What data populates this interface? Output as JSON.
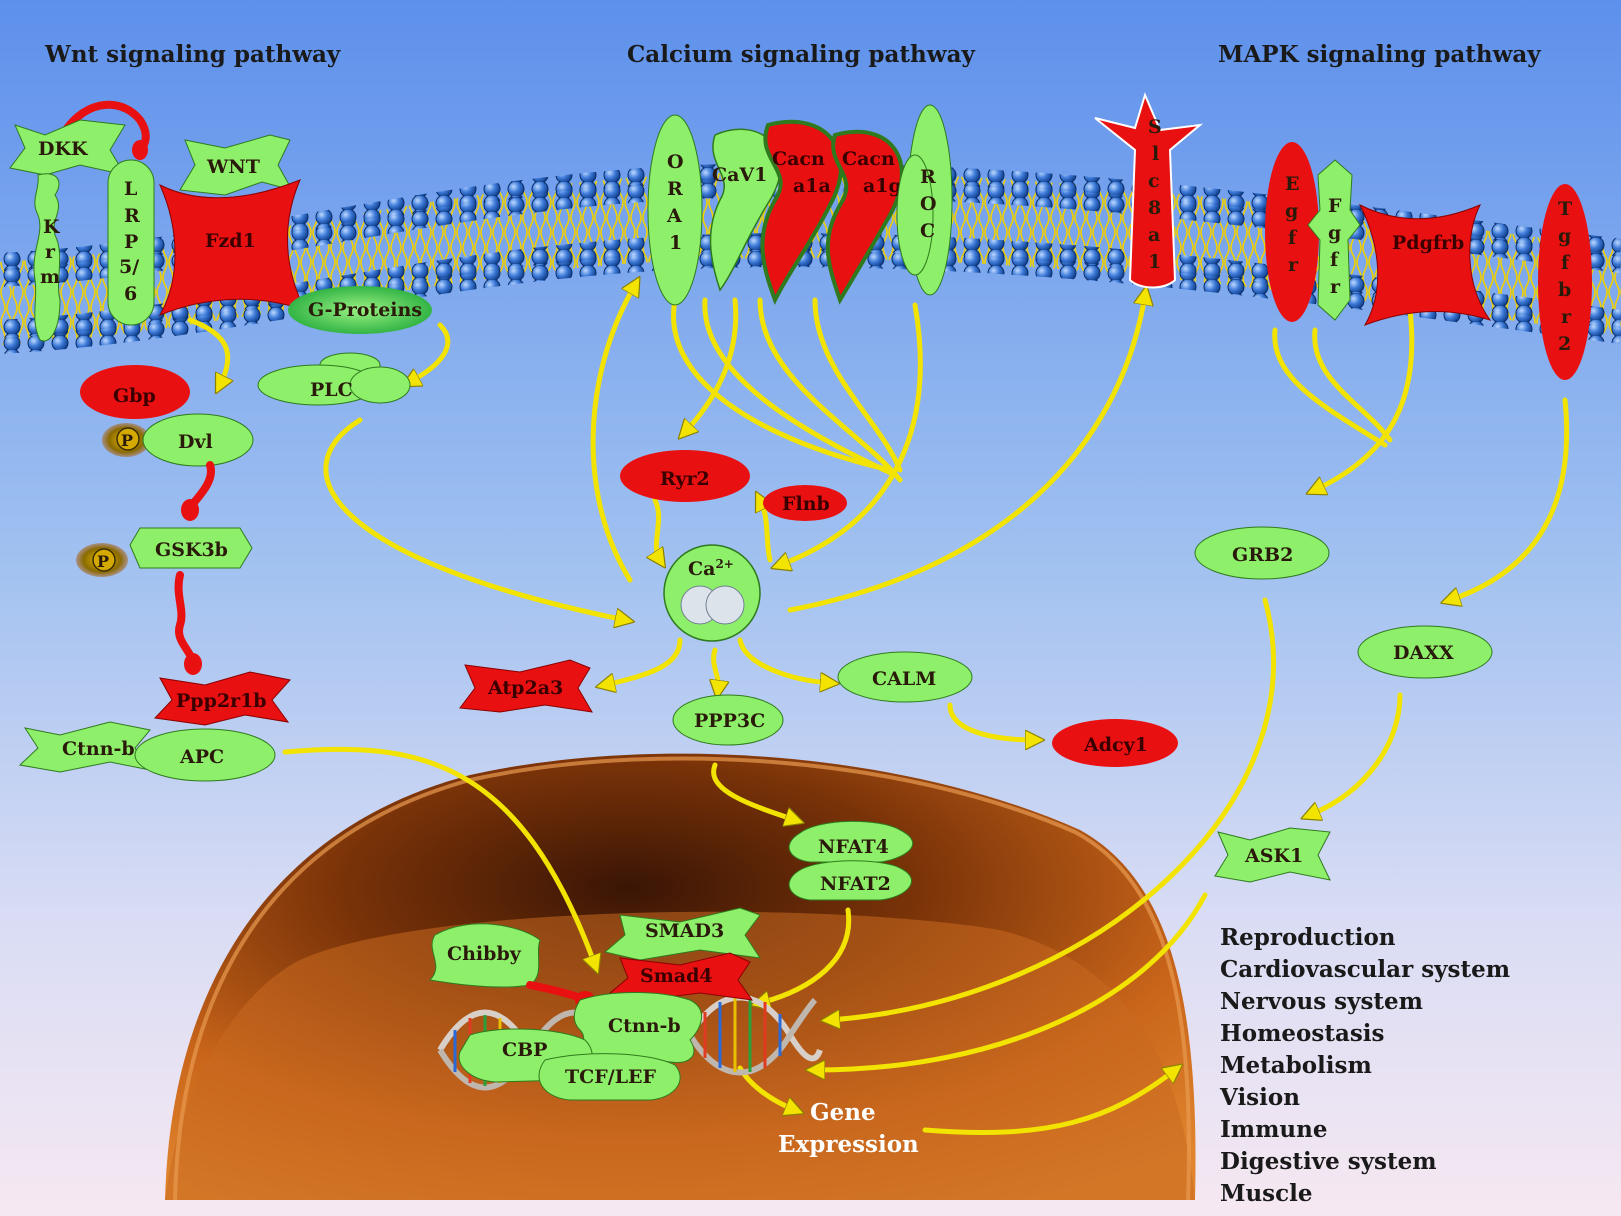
{
  "headers": {
    "wnt": "Wnt signaling pathway",
    "calcium": "Calcium signaling pathway",
    "mapk": "MAPK signaling pathway"
  },
  "colors": {
    "up_regulated": "#e81010",
    "down_regulated": "#8ef06a",
    "arrow": "#f2e300",
    "background_top": "#5b8fe8",
    "background_bottom": "#f4e6f2",
    "nucleus": "#b8581a"
  },
  "wnt": {
    "dkk": "DKK",
    "krm": "Krm",
    "lrp": "LRP5/6",
    "wnt": "WNT",
    "fzd1": "Fzd1",
    "gbp": "Gbp",
    "dvl": "Dvl",
    "p1": "P",
    "gsk3b": "GSK3b",
    "p2": "P",
    "ppp2r1b": "Ppp2r1b",
    "ctnnb": "Ctnn-b",
    "apc": "APC",
    "gproteins": "G-Proteins",
    "plc": "PLC"
  },
  "calcium": {
    "ora1": "ORA1",
    "cav1": "CaV1",
    "cacna1a_1": "Cacn",
    "cacna1a_2": "a1a",
    "cacna1g_1": "Cacn",
    "cacna1g_2": "a1g",
    "roc": "ROC",
    "ryr2": "Ryr2",
    "flnb": "Flnb",
    "ca": "Ca",
    "ca_sup": "2+",
    "atp2a3": "Atp2a3",
    "ppp3c": "PPP3C",
    "calm": "CALM",
    "adcy1": "Adcy1",
    "nfat4": "NFAT4",
    "nfat2": "NFAT2"
  },
  "mapk": {
    "slc8a1": "Slc8a1",
    "egfr": "Egfr",
    "fgfr": "Fgfr",
    "pdgfrb": "Pdgfrb",
    "tgfbr2": "Tgfbr2",
    "grb2": "GRB2",
    "daxx": "DAXX",
    "ask1": "ASK1"
  },
  "nucleus": {
    "smad3": "SMAD3",
    "smad4": "Smad4",
    "chibby": "Chibby",
    "ctnnb": "Ctnn-b",
    "cbp": "CBP",
    "tcflef": "TCF/LEF",
    "gene_1": "Gene",
    "gene_2": "Expression"
  },
  "outcomes": [
    "Reproduction",
    "Cardiovascular system",
    "Nervous system",
    "Homeostasis",
    "Metabolism",
    "Vision",
    "Immune",
    "Digestive system",
    "Muscle"
  ]
}
